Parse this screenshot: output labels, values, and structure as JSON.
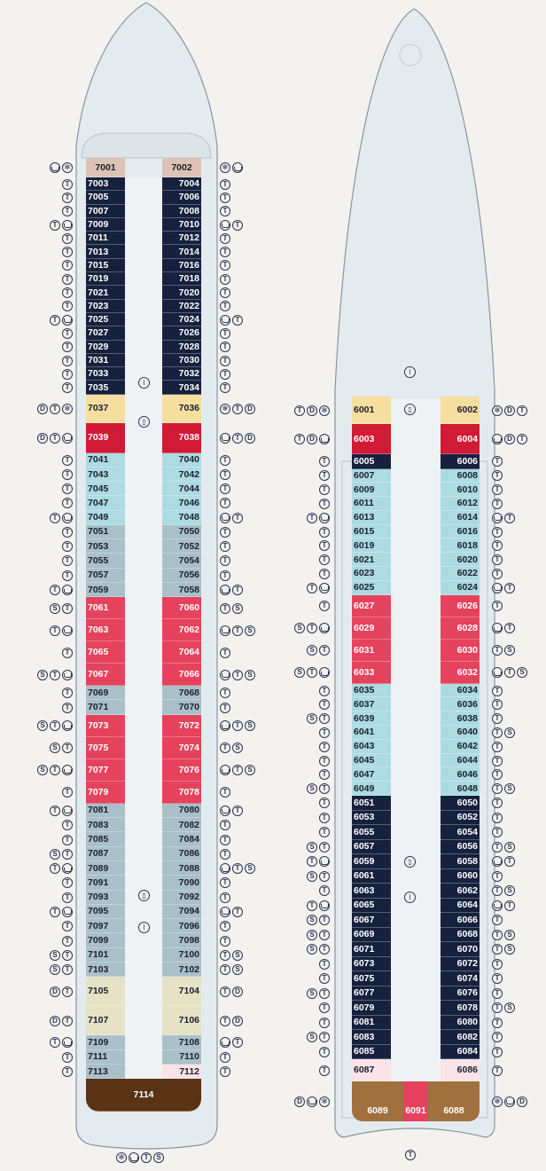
{
  "colors": {
    "background": "#f3f2ee",
    "hull": "#e4ebef",
    "hull_outline": "#8796a0",
    "navy": "#16213e",
    "lightblue": "#acdbe1",
    "greyblue": "#a9c0c9",
    "red": "#e5435d",
    "darkred": "#d11a35",
    "yellow": "#f6dea0",
    "beige": "#e6e2c6",
    "tan": "#dcc3b3",
    "brown": "#5a3216",
    "pink": "#f8e3e7"
  },
  "icons": {
    "T": {
      "glyph": "T",
      "name": "twin-bed-icon"
    },
    "D": {
      "glyph": "D",
      "name": "double-bed-icon"
    },
    "S": {
      "glyph": "S",
      "name": "sofa-bed-icon"
    },
    "bath": {
      "glyph": "",
      "name": "bathtub-icon"
    },
    "shower": {
      "glyph": "✻",
      "name": "shower-icon"
    }
  },
  "deck7": {
    "rows": [
      {
        "p": "7001",
        "pi": [
          "bath",
          "shower"
        ],
        "s": "7002",
        "si": [
          "shower",
          "bath"
        ],
        "c": "tan"
      },
      {
        "p": "7003",
        "pi": [
          "T"
        ],
        "s": "7004",
        "si": [
          "T"
        ],
        "c": "navy"
      },
      {
        "p": "7005",
        "pi": [
          "T"
        ],
        "s": "7006",
        "si": [
          "T"
        ],
        "c": "navy"
      },
      {
        "p": "7007",
        "pi": [
          "T"
        ],
        "s": "7008",
        "si": [
          "T"
        ],
        "c": "navy"
      },
      {
        "p": "7009",
        "pi": [
          "T",
          "bath"
        ],
        "s": "7010",
        "si": [
          "bath",
          "T"
        ],
        "c": "navy"
      },
      {
        "p": "7011",
        "pi": [
          "T"
        ],
        "s": "7012",
        "si": [
          "T"
        ],
        "c": "navy"
      },
      {
        "p": "7013",
        "pi": [
          "T"
        ],
        "s": "7014",
        "si": [
          "T"
        ],
        "c": "navy"
      },
      {
        "p": "7015",
        "pi": [
          "T"
        ],
        "s": "7016",
        "si": [
          "T"
        ],
        "c": "navy"
      },
      {
        "p": "7019",
        "pi": [
          "T"
        ],
        "s": "7018",
        "si": [
          "T"
        ],
        "c": "navy"
      },
      {
        "p": "7021",
        "pi": [
          "T"
        ],
        "s": "7020",
        "si": [
          "T"
        ],
        "c": "navy"
      },
      {
        "p": "7023",
        "pi": [
          "T"
        ],
        "s": "7022",
        "si": [
          "T"
        ],
        "c": "navy"
      },
      {
        "p": "7025",
        "pi": [
          "T",
          "bath"
        ],
        "s": "7024",
        "si": [
          "bath",
          "T"
        ],
        "c": "navy"
      },
      {
        "p": "7027",
        "pi": [
          "T"
        ],
        "s": "7026",
        "si": [
          "T"
        ],
        "c": "navy"
      },
      {
        "p": "7029",
        "pi": [
          "T"
        ],
        "s": "7028",
        "si": [
          "T"
        ],
        "c": "navy"
      },
      {
        "p": "7031",
        "pi": [
          "T"
        ],
        "s": "7030",
        "si": [
          "T"
        ],
        "c": "navy"
      },
      {
        "p": "7033",
        "pi": [
          "T"
        ],
        "s": "7032",
        "si": [
          "T"
        ],
        "c": "navy"
      },
      {
        "p": "7035",
        "pi": [
          "T"
        ],
        "s": "7034",
        "si": [
          "T"
        ],
        "c": "navy"
      },
      {
        "p": "7037",
        "pi": [
          "D",
          "T",
          "shower"
        ],
        "s": "7036",
        "si": [
          "shower",
          "T",
          "D"
        ],
        "c": "yellow"
      },
      {
        "p": "7039",
        "pi": [
          "D",
          "T",
          "bath"
        ],
        "s": "7038",
        "si": [
          "bath",
          "T",
          "D"
        ],
        "c": "darkred"
      },
      {
        "p": "7041",
        "pi": [
          "T"
        ],
        "s": "7040",
        "si": [
          "T"
        ],
        "c": "lightblue"
      },
      {
        "p": "7043",
        "pi": [
          "T"
        ],
        "s": "7042",
        "si": [
          "T"
        ],
        "c": "lightblue"
      },
      {
        "p": "7045",
        "pi": [
          "T"
        ],
        "s": "7044",
        "si": [
          "T"
        ],
        "c": "lightblue"
      },
      {
        "p": "7047",
        "pi": [
          "T"
        ],
        "s": "7046",
        "si": [
          "T"
        ],
        "c": "lightblue"
      },
      {
        "p": "7049",
        "pi": [
          "T",
          "bath"
        ],
        "s": "7048",
        "si": [
          "bath",
          "T"
        ],
        "c": "lightblue"
      },
      {
        "p": "7051",
        "pi": [
          "T"
        ],
        "s": "7050",
        "si": [
          "T"
        ],
        "c": "greyblue"
      },
      {
        "p": "7053",
        "pi": [
          "T"
        ],
        "s": "7052",
        "si": [
          "T"
        ],
        "c": "greyblue"
      },
      {
        "p": "7055",
        "pi": [
          "T"
        ],
        "s": "7054",
        "si": [
          "T"
        ],
        "c": "greyblue"
      },
      {
        "p": "7057",
        "pi": [
          "T"
        ],
        "s": "7056",
        "si": [
          "T"
        ],
        "c": "greyblue"
      },
      {
        "p": "7059",
        "pi": [
          "T",
          "bath"
        ],
        "s": "7058",
        "si": [
          "bath",
          "T"
        ],
        "c": "greyblue"
      },
      {
        "p": "7061",
        "pi": [
          "S",
          "T"
        ],
        "s": "7060",
        "si": [
          "T",
          "S"
        ],
        "c": "red"
      },
      {
        "p": "7063",
        "pi": [
          "T",
          "bath"
        ],
        "s": "7062",
        "si": [
          "bath",
          "T",
          "S"
        ],
        "c": "red"
      },
      {
        "p": "7065",
        "pi": [
          "T"
        ],
        "s": "7064",
        "si": [
          "T"
        ],
        "c": "red"
      },
      {
        "p": "7067",
        "pi": [
          "S",
          "T",
          "bath"
        ],
        "s": "7066",
        "si": [
          "bath",
          "T",
          "S"
        ],
        "c": "red"
      },
      {
        "p": "7069",
        "pi": [
          "T"
        ],
        "s": "7068",
        "si": [
          "T"
        ],
        "c": "greyblue"
      },
      {
        "p": "7071",
        "pi": [
          "T"
        ],
        "s": "7070",
        "si": [
          "T"
        ],
        "c": "greyblue"
      },
      {
        "p": "7073",
        "pi": [
          "S",
          "T",
          "bath"
        ],
        "s": "7072",
        "si": [
          "bath",
          "T",
          "S"
        ],
        "c": "red"
      },
      {
        "p": "7075",
        "pi": [
          "S",
          "T"
        ],
        "s": "7074",
        "si": [
          "T",
          "S"
        ],
        "c": "red"
      },
      {
        "p": "7077",
        "pi": [
          "S",
          "T",
          "bath"
        ],
        "s": "7076",
        "si": [
          "bath",
          "T",
          "S"
        ],
        "c": "red"
      },
      {
        "p": "7079",
        "pi": [
          "T"
        ],
        "s": "7078",
        "si": [
          "T"
        ],
        "c": "red"
      },
      {
        "p": "7081",
        "pi": [
          "T",
          "bath"
        ],
        "s": "7080",
        "si": [
          "bath",
          "T"
        ],
        "c": "greyblue"
      },
      {
        "p": "7083",
        "pi": [
          "T"
        ],
        "s": "7082",
        "si": [
          "T"
        ],
        "c": "greyblue"
      },
      {
        "p": "7085",
        "pi": [
          "T"
        ],
        "s": "7084",
        "si": [
          "T"
        ],
        "c": "greyblue"
      },
      {
        "p": "7087",
        "pi": [
          "S",
          "T"
        ],
        "s": "7086",
        "si": [
          "T"
        ],
        "c": "greyblue"
      },
      {
        "p": "7089",
        "pi": [
          "T",
          "bath"
        ],
        "s": "7088",
        "si": [
          "bath",
          "T",
          "S"
        ],
        "c": "greyblue"
      },
      {
        "p": "7091",
        "pi": [
          "T"
        ],
        "s": "7090",
        "si": [
          "T"
        ],
        "c": "greyblue"
      },
      {
        "p": "7093",
        "pi": [
          "T"
        ],
        "s": "7092",
        "si": [
          "T"
        ],
        "c": "greyblue"
      },
      {
        "p": "7095",
        "pi": [
          "T",
          "bath"
        ],
        "s": "7094",
        "si": [
          "bath",
          "T"
        ],
        "c": "greyblue"
      },
      {
        "p": "7097",
        "pi": [
          "T"
        ],
        "s": "7096",
        "si": [
          "T"
        ],
        "c": "greyblue"
      },
      {
        "p": "7099",
        "pi": [
          "T"
        ],
        "s": "7098",
        "si": [
          "T"
        ],
        "c": "greyblue"
      },
      {
        "p": "7101",
        "pi": [
          "S",
          "T"
        ],
        "s": "7100",
        "si": [
          "T",
          "S"
        ],
        "c": "greyblue"
      },
      {
        "p": "7103",
        "pi": [
          "S",
          "T"
        ],
        "s": "7102",
        "si": [
          "T",
          "S"
        ],
        "c": "greyblue"
      },
      {
        "p": "7105",
        "pi": [
          "D",
          "T"
        ],
        "s": "7104",
        "si": [
          "T",
          "D"
        ],
        "c": "beige"
      },
      {
        "p": "7107",
        "pi": [
          "D",
          "T"
        ],
        "s": "7106",
        "si": [
          "T",
          "D"
        ],
        "c": "beige"
      },
      {
        "p": "7109",
        "pi": [
          "T",
          "bath"
        ],
        "s": "7108",
        "si": [
          "bath",
          "T"
        ],
        "c": "greyblue"
      },
      {
        "p": "7111",
        "pi": [
          "T"
        ],
        "s": "7110",
        "si": [
          "T"
        ],
        "c": "greyblue"
      },
      {
        "p": "7113",
        "pi": [
          "T"
        ],
        "s": "7112",
        "si": [
          "T"
        ],
        "c": "greyblue",
        "sc": "pink"
      },
      {
        "full": "7114",
        "c": "brown"
      }
    ],
    "bottom_icons": [
      "shower",
      "bath",
      "T",
      "S"
    ]
  },
  "deck6": {
    "rows": [
      {
        "p": "6001",
        "pi": [
          "T",
          "D",
          "shower"
        ],
        "s": "6002",
        "si": [
          "shower",
          "D",
          "T"
        ],
        "c": "yellow"
      },
      {
        "p": "6003",
        "pi": [
          "T",
          "D",
          "bath"
        ],
        "s": "6004",
        "si": [
          "bath",
          "D",
          "T"
        ],
        "c": "darkred"
      },
      {
        "p": "6005",
        "pi": [
          "T"
        ],
        "s": "6006",
        "si": [
          "T"
        ],
        "c": "navy"
      },
      {
        "p": "6007",
        "pi": [
          "T"
        ],
        "s": "6008",
        "si": [
          "T"
        ],
        "c": "lightblue"
      },
      {
        "p": "6009",
        "pi": [
          "T"
        ],
        "s": "6010",
        "si": [
          "T"
        ],
        "c": "lightblue"
      },
      {
        "p": "6011",
        "pi": [
          "T"
        ],
        "s": "6012",
        "si": [
          "T"
        ],
        "c": "lightblue"
      },
      {
        "p": "6013",
        "pi": [
          "T",
          "bath"
        ],
        "s": "6014",
        "si": [
          "bath",
          "T"
        ],
        "c": "lightblue"
      },
      {
        "p": "6015",
        "pi": [
          "T"
        ],
        "s": "6016",
        "si": [
          "T"
        ],
        "c": "lightblue"
      },
      {
        "p": "6019",
        "pi": [
          "T"
        ],
        "s": "6018",
        "si": [
          "T"
        ],
        "c": "lightblue"
      },
      {
        "p": "6021",
        "pi": [
          "T"
        ],
        "s": "6020",
        "si": [
          "T"
        ],
        "c": "lightblue"
      },
      {
        "p": "6023",
        "pi": [
          "T"
        ],
        "s": "6022",
        "si": [
          "T"
        ],
        "c": "lightblue"
      },
      {
        "p": "6025",
        "pi": [
          "T",
          "bath"
        ],
        "s": "6024",
        "si": [
          "bath",
          "T"
        ],
        "c": "lightblue"
      },
      {
        "p": "6027",
        "pi": [
          "T"
        ],
        "s": "6026",
        "si": [
          "T"
        ],
        "c": "red"
      },
      {
        "p": "6029",
        "pi": [
          "S",
          "T",
          "bath"
        ],
        "s": "6028",
        "si": [
          "bath",
          "T"
        ],
        "c": "red"
      },
      {
        "p": "6031",
        "pi": [
          "S",
          "T"
        ],
        "s": "6030",
        "si": [
          "T",
          "S"
        ],
        "c": "red"
      },
      {
        "p": "6033",
        "pi": [
          "S",
          "T",
          "bath"
        ],
        "s": "6032",
        "si": [
          "bath",
          "T",
          "S"
        ],
        "c": "red"
      },
      {
        "p": "6035",
        "pi": [
          "T"
        ],
        "s": "6034",
        "si": [
          "T"
        ],
        "c": "lightblue"
      },
      {
        "p": "6037",
        "pi": [
          "T"
        ],
        "s": "6036",
        "si": [
          "T"
        ],
        "c": "lightblue"
      },
      {
        "p": "6039",
        "pi": [
          "S",
          "T"
        ],
        "s": "6038",
        "si": [
          "T"
        ],
        "c": "lightblue"
      },
      {
        "p": "6041",
        "pi": [
          "T"
        ],
        "s": "6040",
        "si": [
          "T",
          "S"
        ],
        "c": "lightblue"
      },
      {
        "p": "6043",
        "pi": [
          "T"
        ],
        "s": "6042",
        "si": [
          "T"
        ],
        "c": "lightblue"
      },
      {
        "p": "6045",
        "pi": [
          "T"
        ],
        "s": "6044",
        "si": [
          "T"
        ],
        "c": "lightblue"
      },
      {
        "p": "6047",
        "pi": [
          "T"
        ],
        "s": "6046",
        "si": [
          "T"
        ],
        "c": "lightblue"
      },
      {
        "p": "6049",
        "pi": [
          "S",
          "T"
        ],
        "s": "6048",
        "si": [
          "T",
          "S"
        ],
        "c": "lightblue"
      },
      {
        "p": "6051",
        "pi": [
          "T"
        ],
        "s": "6050",
        "si": [
          "T"
        ],
        "c": "navy"
      },
      {
        "p": "6053",
        "pi": [
          "T"
        ],
        "s": "6052",
        "si": [
          "T"
        ],
        "c": "navy"
      },
      {
        "p": "6055",
        "pi": [
          "T"
        ],
        "s": "6054",
        "si": [
          "T"
        ],
        "c": "navy"
      },
      {
        "p": "6057",
        "pi": [
          "S",
          "T"
        ],
        "s": "6056",
        "si": [
          "T",
          "S"
        ],
        "c": "navy"
      },
      {
        "p": "6059",
        "pi": [
          "T",
          "bath"
        ],
        "s": "6058",
        "si": [
          "bath",
          "T"
        ],
        "c": "navy"
      },
      {
        "p": "6061",
        "pi": [
          "S",
          "T"
        ],
        "s": "6060",
        "si": [
          "T"
        ],
        "c": "navy"
      },
      {
        "p": "6063",
        "pi": [
          "T"
        ],
        "s": "6062",
        "si": [
          "T",
          "S"
        ],
        "c": "navy"
      },
      {
        "p": "6065",
        "pi": [
          "T",
          "bath"
        ],
        "s": "6064",
        "si": [
          "bath",
          "T"
        ],
        "c": "navy"
      },
      {
        "p": "6067",
        "pi": [
          "S",
          "T"
        ],
        "s": "6066",
        "si": [
          "T"
        ],
        "c": "navy"
      },
      {
        "p": "6069",
        "pi": [
          "S",
          "T"
        ],
        "s": "6068",
        "si": [
          "T",
          "S"
        ],
        "c": "navy"
      },
      {
        "p": "6071",
        "pi": [
          "S",
          "T"
        ],
        "s": "6070",
        "si": [
          "T",
          "S"
        ],
        "c": "navy"
      },
      {
        "p": "6073",
        "pi": [
          "T"
        ],
        "s": "6072",
        "si": [
          "T"
        ],
        "c": "navy"
      },
      {
        "p": "6075",
        "pi": [
          "T"
        ],
        "s": "6074",
        "si": [
          "T"
        ],
        "c": "navy"
      },
      {
        "p": "6077",
        "pi": [
          "S",
          "T"
        ],
        "s": "6076",
        "si": [
          "T"
        ],
        "c": "navy"
      },
      {
        "p": "6079",
        "pi": [
          "T"
        ],
        "s": "6078",
        "si": [
          "T",
          "S"
        ],
        "c": "navy"
      },
      {
        "p": "6081",
        "pi": [
          "T"
        ],
        "s": "6080",
        "si": [
          "T"
        ],
        "c": "navy"
      },
      {
        "p": "6083",
        "pi": [
          "S",
          "T"
        ],
        "s": "6082",
        "si": [
          "T"
        ],
        "c": "navy"
      },
      {
        "p": "6085",
        "pi": [
          "T"
        ],
        "s": "6084",
        "si": [
          "T"
        ],
        "c": "navy"
      },
      {
        "p": "6087",
        "pi": [
          "T"
        ],
        "s": "6086",
        "si": [
          "T"
        ],
        "c": "pink"
      },
      {
        "trio": [
          "6089",
          "6091",
          "6088"
        ],
        "pi": [
          "D",
          "bath",
          "shower"
        ],
        "si": [
          "shower",
          "bath",
          "D"
        ],
        "c": "brown6"
      }
    ],
    "bottom_icons": [
      "T"
    ]
  }
}
